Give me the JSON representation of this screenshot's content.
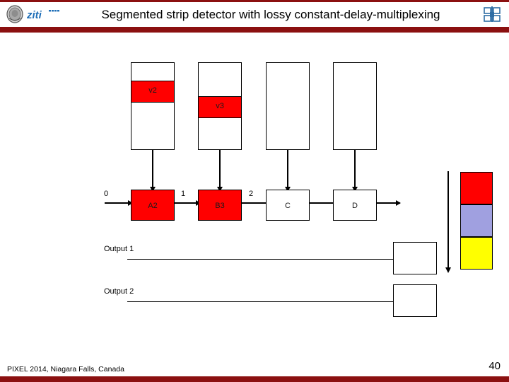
{
  "header": {
    "title": "Segmented strip detector with lossy constant-delay-multiplexing",
    "left_logo_text": "ziti",
    "left_logo_icon": "university-seal-icon",
    "right_logo_icon": "kip-institute-logo-icon",
    "rule_color": "#8b1010"
  },
  "diagram": {
    "type": "detector-pipeline-diagram",
    "tall_boxes": [
      {
        "id": "col1",
        "band_label": "v2",
        "band_color": "#ff0000",
        "has_band": true
      },
      {
        "id": "col2",
        "band_label": "v3",
        "band_color": "#ff0000",
        "has_band": true
      },
      {
        "id": "col3",
        "band_label": "",
        "band_color": "",
        "has_band": false
      },
      {
        "id": "col4",
        "band_label": "",
        "band_color": "",
        "has_band": false
      }
    ],
    "chain_boxes": [
      {
        "id": "a2",
        "label": "A2",
        "color": "#ff0000"
      },
      {
        "id": "b3",
        "label": "B3",
        "color": "#ff0000"
      },
      {
        "id": "c",
        "label": "C",
        "color": "#ffffff"
      },
      {
        "id": "d",
        "label": "D",
        "color": "#ffffff"
      }
    ],
    "step_labels": [
      "0",
      "1",
      "2"
    ],
    "outputs": [
      {
        "label": "Output 1"
      },
      {
        "label": "Output 2"
      }
    ],
    "legend": {
      "swatches": [
        {
          "color": "#ff0000"
        },
        {
          "color": "#a0a0e0"
        },
        {
          "color": "#ffff00"
        }
      ],
      "arrow": "downward-arrow-icon"
    }
  },
  "footer": {
    "conference": "PIXEL 2014, Niagara Falls, Canada",
    "page_number": "40"
  }
}
